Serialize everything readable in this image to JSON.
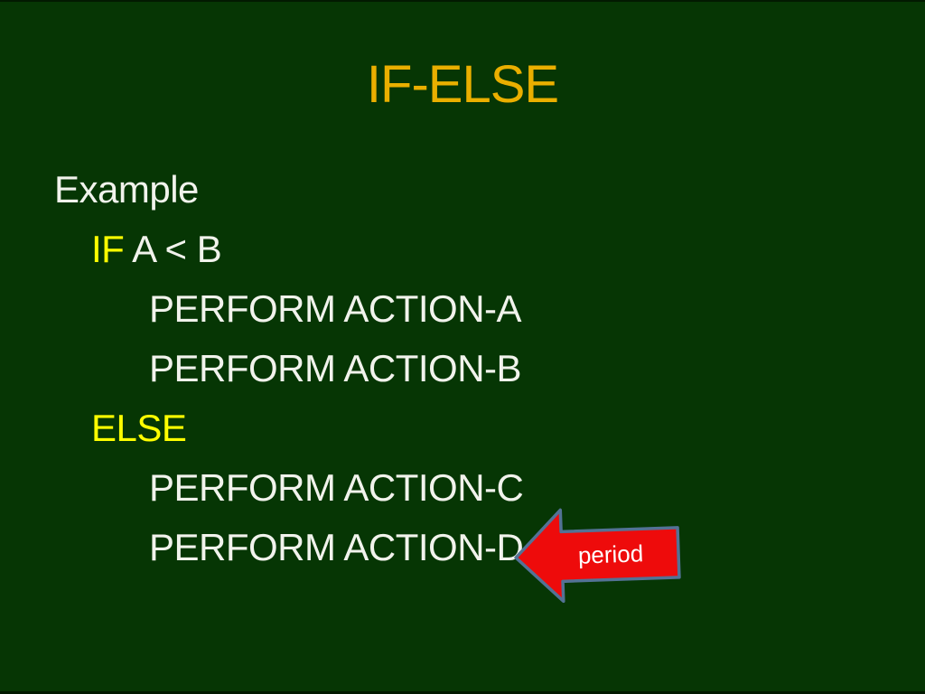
{
  "slide": {
    "title": "IF-ELSE",
    "lines": [
      {
        "segments": [
          {
            "text": "Example"
          }
        ]
      },
      {
        "segments": [
          {
            "text": "IF"
          },
          {
            "text": " A < B"
          }
        ]
      },
      {
        "segments": [
          {
            "text": "PERFORM ACTION-A"
          }
        ]
      },
      {
        "segments": [
          {
            "text": "PERFORM ACTION-B"
          }
        ]
      },
      {
        "segments": [
          {
            "text": "ELSE"
          }
        ]
      },
      {
        "segments": [
          {
            "text": "PERFORM ACTION-C"
          }
        ]
      },
      {
        "segments": [
          {
            "text": "PERFORM ACTION-D."
          }
        ]
      }
    ],
    "callout": {
      "label": "period"
    },
    "colors": {
      "bg": "#063604",
      "title": "#EAAF00",
      "body": "#F1F3EC",
      "keyword": "#FFFF00",
      "arrowFill": "#EE0B0B",
      "arrowStroke": "#537295",
      "calloutText": "#FFFFFF"
    }
  }
}
